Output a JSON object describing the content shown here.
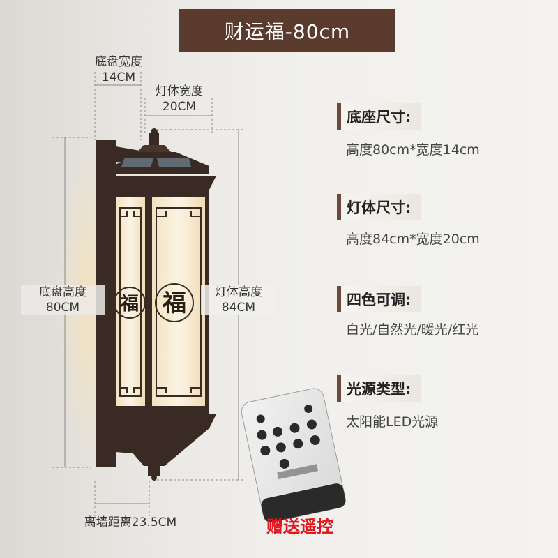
{
  "title": "财运福-80cm",
  "dimensions": {
    "base_width_label": "底盘宽度",
    "base_width_value": "14CM",
    "lamp_width_label": "灯体宽度",
    "lamp_width_value": "20CM",
    "base_height_label": "底盘高度",
    "base_height_value": "80CM",
    "lamp_height_label": "灯体高度",
    "lamp_height_value": "84CM",
    "wall_distance": "离墙距离23.5CM"
  },
  "lamp_character": "福",
  "specs": [
    {
      "title": "底座尺寸:",
      "value": "高度80cm*宽度14cm"
    },
    {
      "title": "灯体尺寸:",
      "value": "高度84cm*宽度20cm"
    },
    {
      "title": "四色可调:",
      "value": "白光/自然光/暖光/红光"
    },
    {
      "title": "光源类型:",
      "value": "太阳能LED光源"
    }
  ],
  "gift": "赠送遥控",
  "colors": {
    "title_bg": "#5a3b2e",
    "spec_accent": "#6b4a3b",
    "gift_red": "#e0161c",
    "lamp_frame": "#3a2a24",
    "lamp_glow": "#f5e7c8"
  }
}
